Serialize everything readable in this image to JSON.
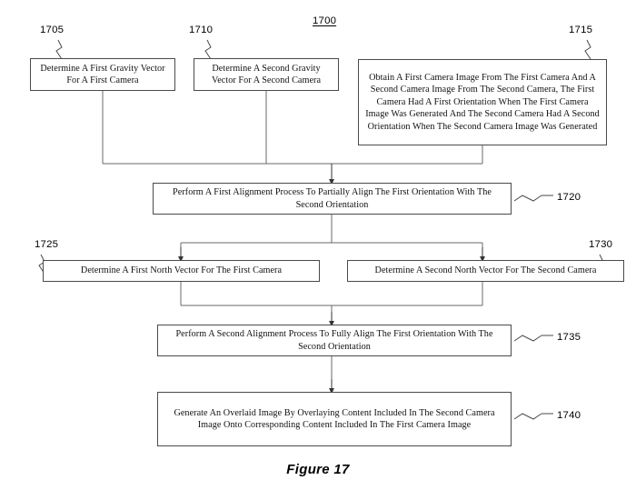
{
  "figure": {
    "caption": "Figure 17",
    "diagram_ref": "1700"
  },
  "colors": {
    "background": "#ffffff",
    "box_border": "#4a4a4a",
    "connector": "#5a5a5a",
    "text": "#111111"
  },
  "nodes": [
    {
      "id": "1705",
      "ref": "1705",
      "text": "Determine A First Gravity Vector For A First Camera"
    },
    {
      "id": "1710",
      "ref": "1710",
      "text": "Determine A Second Gravity Vector For A Second Camera"
    },
    {
      "id": "1715",
      "ref": "1715",
      "text": "Obtain A First Camera Image From The First Camera And A Second Camera Image From The Second Camera, The First Camera Had A First Orientation When The First Camera Image Was Generated And The Second Camera Had A Second Orientation When The Second Camera Image Was Generated"
    },
    {
      "id": "1720",
      "ref": "1720",
      "text": "Perform A First Alignment Process To Partially Align The First Orientation With The Second Orientation"
    },
    {
      "id": "1725",
      "ref": "1725",
      "text": "Determine A First North Vector For The First Camera"
    },
    {
      "id": "1730",
      "ref": "1730",
      "text": "Determine A Second North Vector For The Second Camera"
    },
    {
      "id": "1735",
      "ref": "1735",
      "text": "Perform A Second Alignment Process To Fully Align The First Orientation With The Second Orientation"
    },
    {
      "id": "1740",
      "ref": "1740",
      "text": "Generate An Overlaid Image By Overlaying Content Included In The Second Camera Image Onto Corresponding Content Included In The First Camera Image"
    }
  ],
  "flow": {
    "description": "1705, 1710 and 1715 merge into 1720; 1720 branches to 1725 and 1730; 1725 and 1730 merge into 1735; 1735 leads to 1740."
  }
}
